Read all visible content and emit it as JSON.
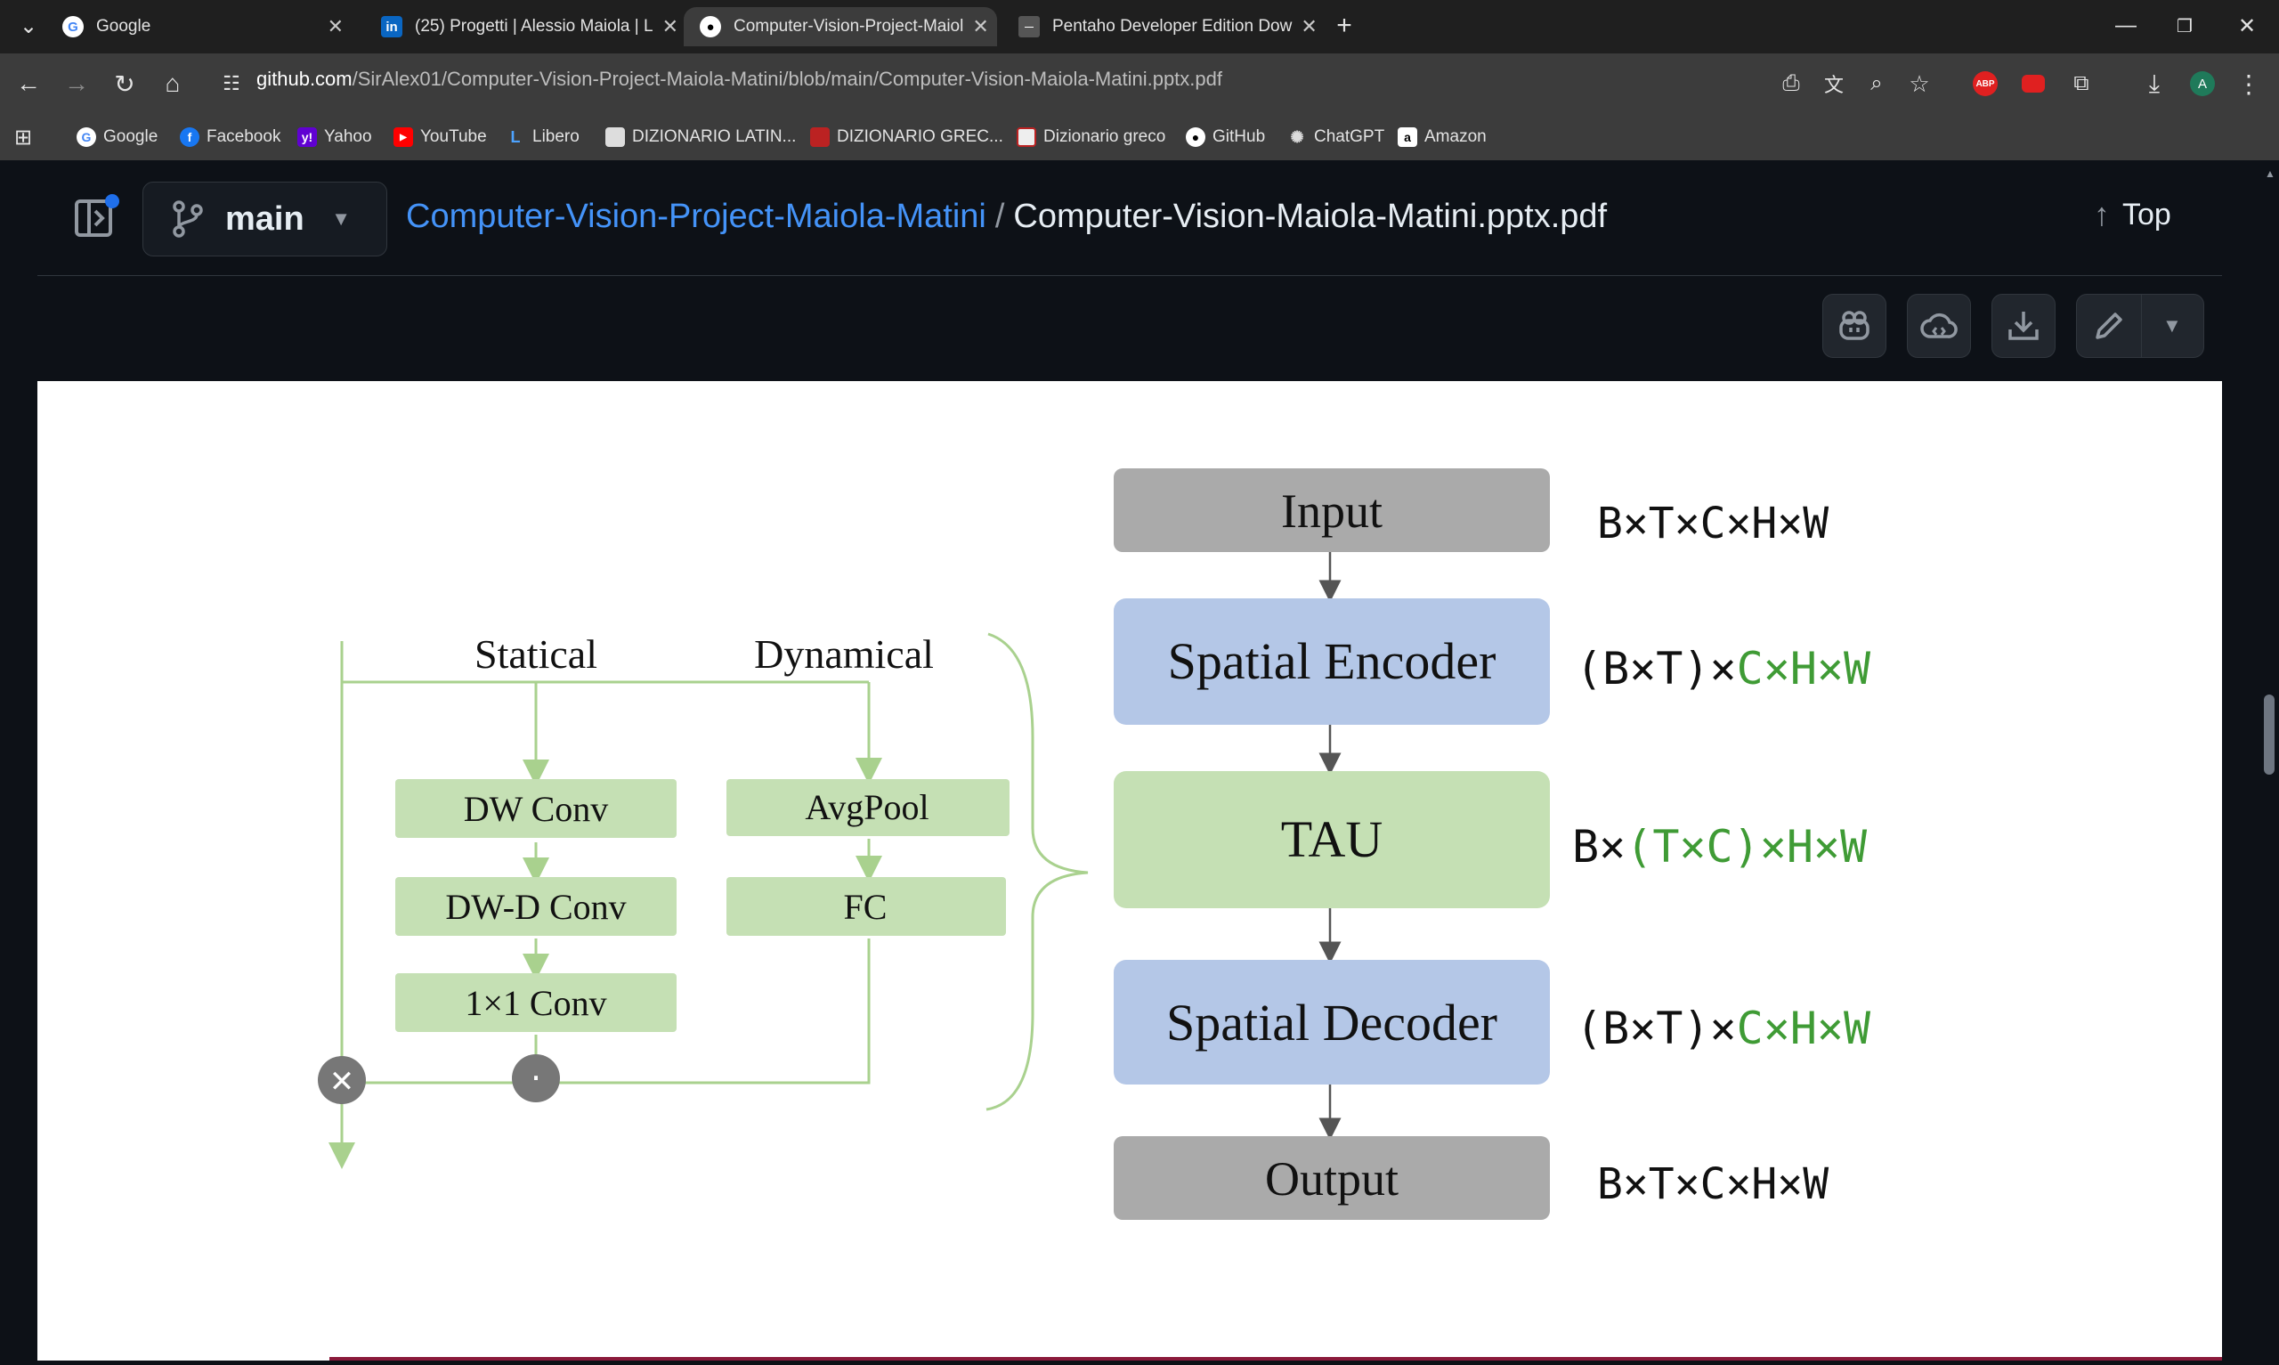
{
  "browser": {
    "tabs": [
      {
        "title": "Google",
        "favicon": "google-icon"
      },
      {
        "title": "(25) Progetti | Alessio Maiola | L",
        "favicon": "linkedin-icon"
      },
      {
        "title": "Computer-Vision-Project-Maiol",
        "favicon": "github-icon"
      },
      {
        "title": "Pentaho Developer Edition Dow",
        "favicon": "pentaho-icon"
      }
    ],
    "active_tab": 2,
    "url_host": "github.com",
    "url_path": "/SirAlex01/Computer-Vision-Project-Maiola-Matini/blob/main/Computer-Vision-Maiola-Matini.pptx.pdf",
    "profile_initial": "A",
    "bookmarks": [
      {
        "label": "Google",
        "icon": "google-icon"
      },
      {
        "label": "Facebook",
        "icon": "facebook-icon"
      },
      {
        "label": "Yahoo",
        "icon": "yahoo-icon"
      },
      {
        "label": "YouTube",
        "icon": "youtube-icon"
      },
      {
        "label": "Libero",
        "icon": "libero-icon"
      },
      {
        "label": "DIZIONARIO LATIN...",
        "icon": "page-icon"
      },
      {
        "label": "DIZIONARIO GREC...",
        "icon": "page-icon"
      },
      {
        "label": "Dizionario greco",
        "icon": "page-icon"
      },
      {
        "label": "GitHub",
        "icon": "github-icon"
      },
      {
        "label": "ChatGPT",
        "icon": "chatgpt-icon"
      },
      {
        "label": "Amazon",
        "icon": "amazon-icon"
      }
    ],
    "extension_labels": {
      "abp": "ABP"
    }
  },
  "github": {
    "branch": "main",
    "repo_name": "Computer-Vision-Project-Maiola-Matini",
    "separator": "/",
    "file_name": "Computer-Vision-Maiola-Matini.pptx.pdf",
    "top_label": "Top"
  },
  "diagram": {
    "pipeline": [
      {
        "label": "Input",
        "shape": "B×T×C×H×W",
        "color": "#aaaaaa"
      },
      {
        "label": "Spatial Encoder",
        "shape_prefix": "(B×T)×",
        "shape_green": "C×H×W",
        "color": "#b4c7e7"
      },
      {
        "label": "TAU",
        "shape_prefix": "B×",
        "shape_green": "(T×C)×H×W",
        "color": "#c5e0b4"
      },
      {
        "label": "Spatial Decoder",
        "shape_prefix": "(B×T)×",
        "shape_green": "C×H×W",
        "color": "#b4c7e7"
      },
      {
        "label": "Output",
        "shape": "B×T×C×H×W",
        "color": "#aaaaaa"
      }
    ],
    "branch_labels": {
      "static": "Statical",
      "dynamic": "Dynamical"
    },
    "static_blocks": [
      "DW Conv",
      "DW-D Conv",
      "1×1 Conv"
    ],
    "dynamic_blocks": [
      "AvgPool",
      "FC"
    ],
    "ops": {
      "multiply": "✕",
      "dot": "·"
    },
    "colors": {
      "green_block": "#c5e0b4",
      "green_line": "#a9d18e",
      "green_text": "#3f9b35"
    }
  }
}
